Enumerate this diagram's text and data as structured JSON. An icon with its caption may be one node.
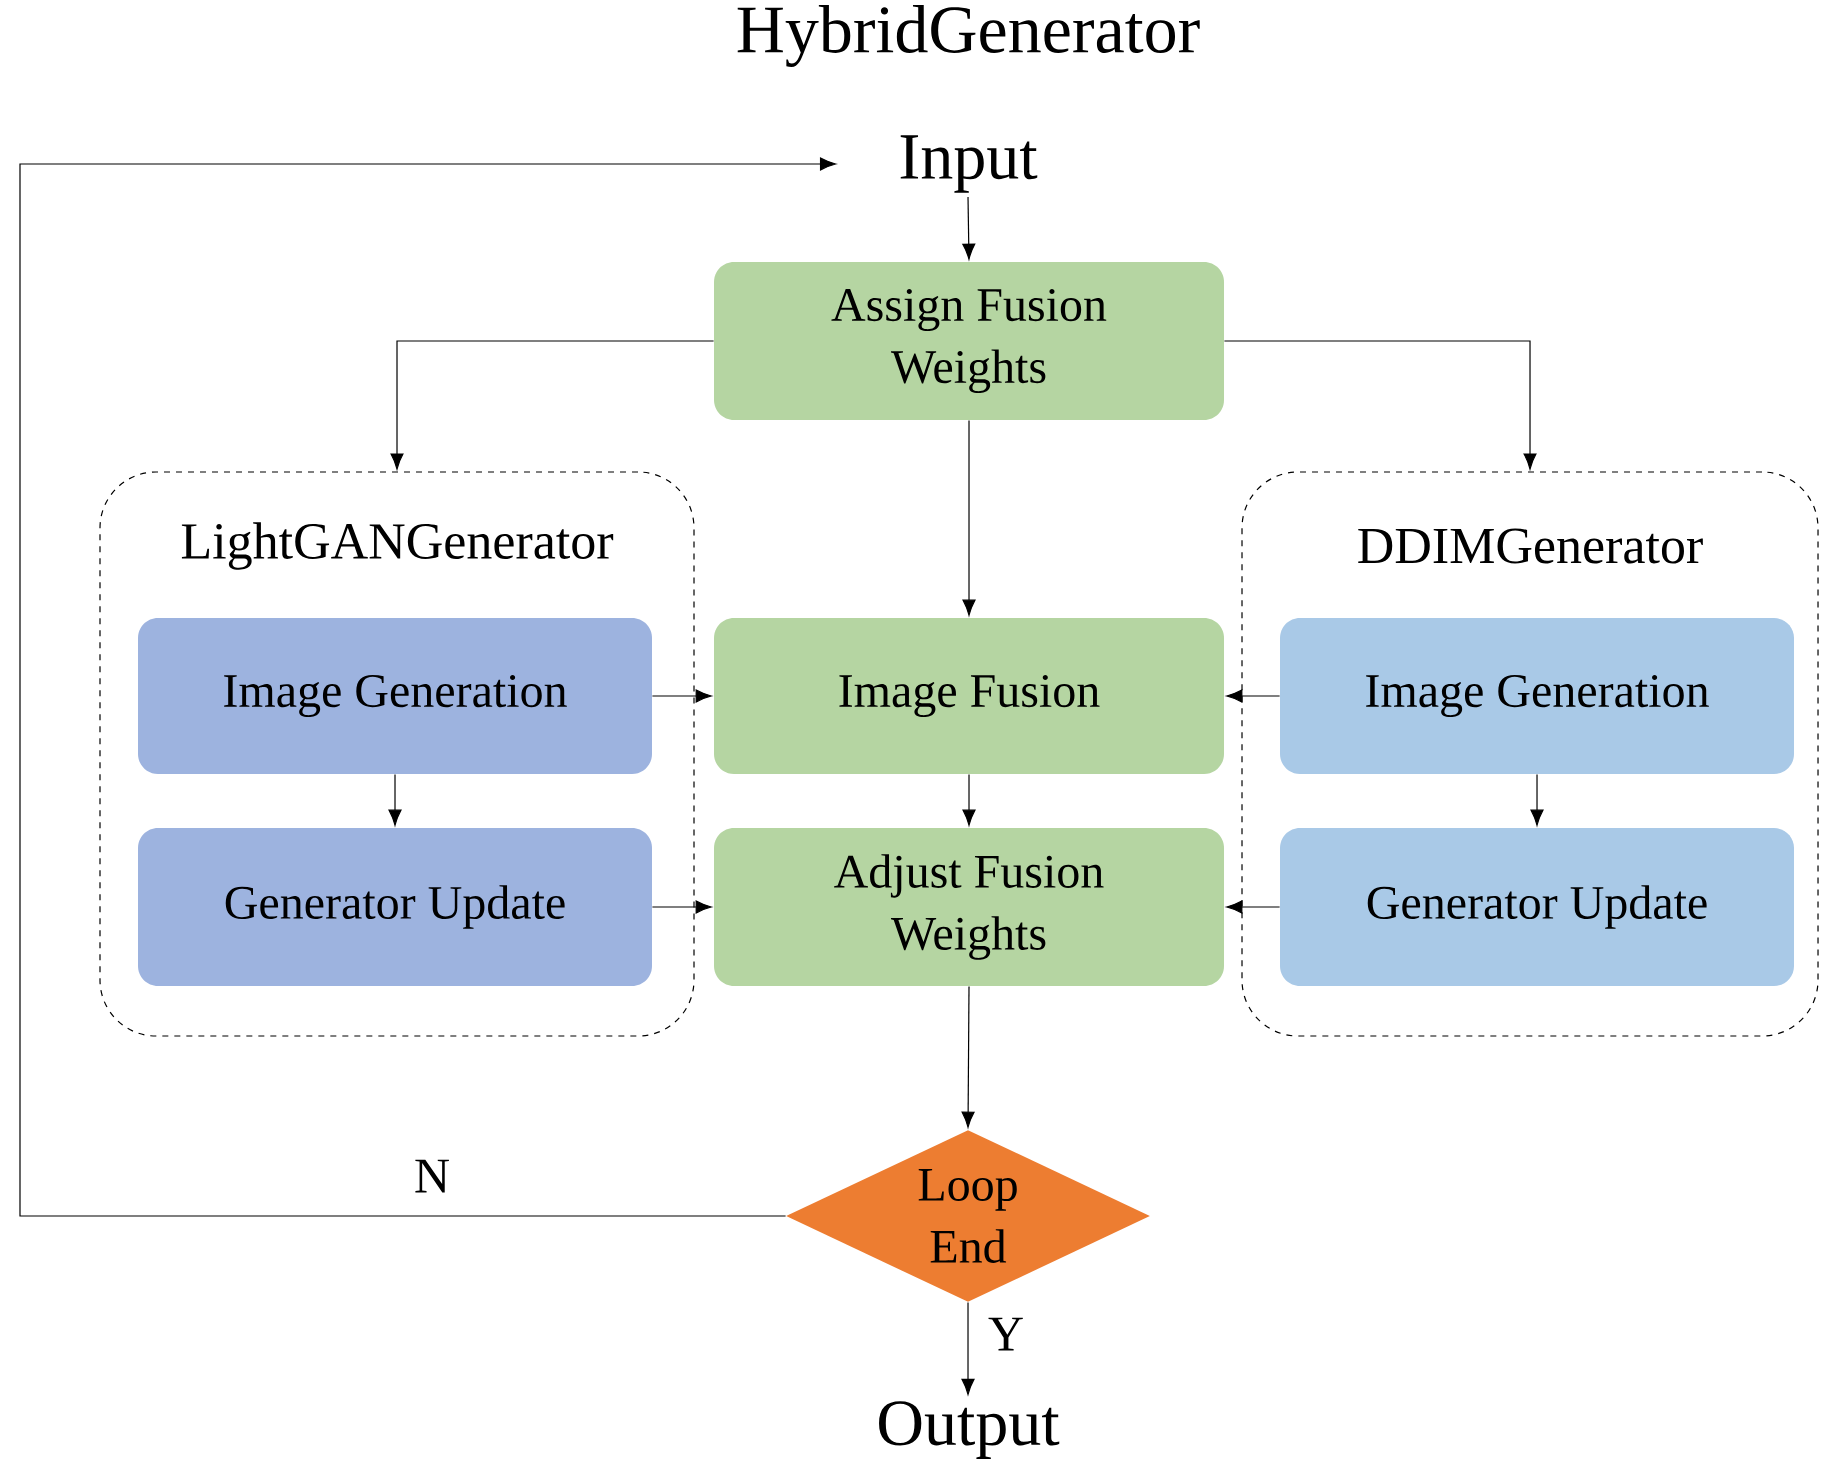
{
  "diagram": {
    "title": "HybridGenerator",
    "nodes": [
      {
        "text": [
          "Input"
        ]
      },
      {
        "text": [
          "Assign Fusion Weights"
        ]
      },
      {
        "text": [
          "LightGANGenerator"
        ]
      },
      {
        "text": [
          "Image Generation"
        ],
        "in": 2
      },
      {
        "text": [
          "Generator Update"
        ],
        "in": 2
      },
      {
        "text": [
          "Image Fusion"
        ]
      },
      {
        "text": [
          "Adjust Fusion Weights"
        ]
      },
      {
        "text": [
          "DDIMGenerator"
        ]
      },
      {
        "text": [
          "Image Generation"
        ],
        "in": 7
      },
      {
        "text": [
          "Generator Update"
        ],
        "in": 7
      },
      {
        "text": [
          "Loop End"
        ]
      },
      {
        "text": [
          "Output"
        ]
      }
    ],
    "edges": [
      {
        "from": 0,
        "to": 1,
        "arrow": "to"
      },
      {
        "from": 1,
        "to": 2,
        "arrow": "to"
      },
      {
        "from": 1,
        "to": 7,
        "arrow": "to"
      },
      {
        "from": 1,
        "to": 5,
        "arrow": "to"
      },
      {
        "from": 3,
        "to": 5,
        "arrow": "to"
      },
      {
        "from": 8,
        "to": 5,
        "arrow": "to"
      },
      {
        "from": 3,
        "to": 4,
        "arrow": "to"
      },
      {
        "from": 8,
        "to": 9,
        "arrow": "to"
      },
      {
        "from": 5,
        "to": 6,
        "arrow": "to"
      },
      {
        "from": 4,
        "to": 6,
        "arrow": "to"
      },
      {
        "from": 9,
        "to": 6,
        "arrow": "to"
      },
      {
        "from": 6,
        "to": 10,
        "arrow": "to"
      },
      {
        "from": 10,
        "to": 0,
        "label": "N",
        "arrow": "to"
      },
      {
        "from": 10,
        "to": 11,
        "label": "Y",
        "arrow": "to"
      }
    ]
  }
}
